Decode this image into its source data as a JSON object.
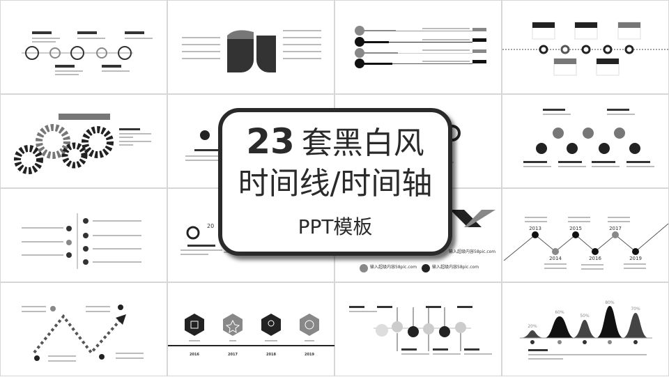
{
  "title_card": {
    "number": "23",
    "line1": "套黑白风",
    "line2": "时间线/时间轴",
    "line3": "PPT模板"
  },
  "colors": {
    "dark": "#1e1e1e",
    "mid": "#7a7a7a",
    "light": "#d6d6d6"
  },
  "tiles": {
    "zigzag_years": [
      "2013",
      "2015",
      "2017",
      "2014",
      "2016",
      "2019"
    ],
    "hexagon_years": [
      "2016",
      "2017",
      "2018",
      "2019"
    ],
    "hexagon_icons": [
      "grid-icon",
      "star-icon",
      "location-pin-icon",
      "globe-icon"
    ],
    "bell_percentages": [
      "20%",
      "60%",
      "50%",
      "80%",
      "70%"
    ],
    "swoosh_caption": "输入超级内容58pic.com",
    "partial_year": "20"
  }
}
